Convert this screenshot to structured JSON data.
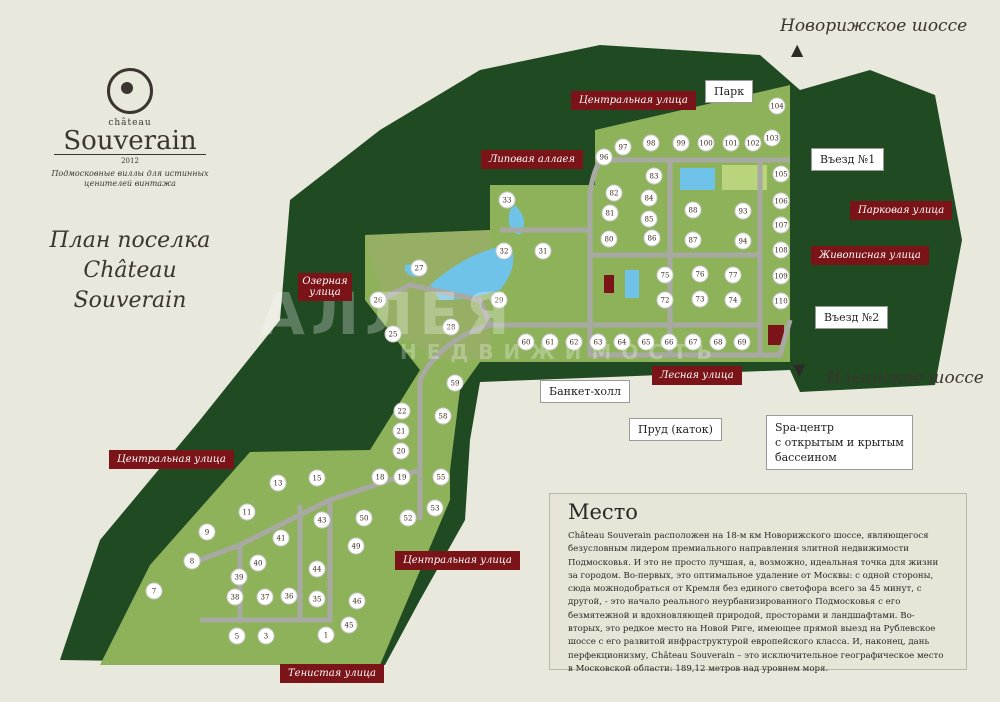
{
  "logo": {
    "chateau": "château",
    "name": "Souverain",
    "year": "2012",
    "tagline": "Подмосковные виллы для истинных ценителей винтажа"
  },
  "plan_title": [
    "План поселка",
    "Château Souverain"
  ],
  "roads": {
    "north": "Новорижское шоссе",
    "south": "Ильинское шоссе"
  },
  "watermark": {
    "main": "АЛЛЕЯ",
    "sub": "НЕДВИЖИМОСТЬ"
  },
  "streets": [
    "Центральная улица",
    "Липовая аллаея",
    "Парковая улица",
    "Живописная улица",
    "Озерная улица",
    "Лесная улица",
    "Центральная улица",
    "Центральная улица",
    "Тенистая улица"
  ],
  "callouts": {
    "park": "Парк",
    "entry1": "Въезд №1",
    "entry2": "Въезд №2",
    "banquet": "Банкет-холл",
    "pond": "Пруд (каток)",
    "spa": [
      "Spa-центр",
      "с открытым и крытым",
      "бассеином"
    ]
  },
  "info": {
    "title": "Место",
    "text": "Château Souverain расположен на 18-м км Новорижского шоссе, являющегося безусловным лидером премиального направления элитной недвижимости Подмосковья. И это не просто лучшая, а, возможно, идеальная точка для жизни за городом. Во-первых, это оптимальное удаление от Москвы: с одной стороны, сюда можнодобраться от Кремля без единого светофора всего за 45 минут, с другой, - это начало реального неурбанизированного Подмосковья с его безмятежной и вдохновляющей природой, просторами и ландшафтами. Во-вторых, это редкое место на Новой Риге, имеющее прямой выезд на Рублевское шоссе с его развитой инфраструктурой европейского класса. И, наконец, дань перфекционизму, Château Souverain – это исключительное географическое место в Московской области: 189,12 метров над уровнем моря."
  },
  "plots": [
    1,
    3,
    5,
    7,
    8,
    9,
    11,
    13,
    15,
    18,
    19,
    20,
    21,
    22,
    25,
    26,
    27,
    28,
    29,
    31,
    32,
    33,
    35,
    36,
    37,
    38,
    39,
    40,
    41,
    43,
    44,
    45,
    46,
    49,
    50,
    52,
    53,
    55,
    58,
    59,
    60,
    61,
    62,
    63,
    64,
    65,
    66,
    67,
    68,
    69,
    72,
    73,
    74,
    75,
    76,
    77,
    80,
    81,
    82,
    83,
    84,
    85,
    86,
    87,
    88,
    93,
    94,
    96,
    97,
    98,
    99,
    100,
    101,
    102,
    103,
    104,
    105,
    106,
    107,
    108,
    109,
    110
  ],
  "colors": {
    "forest": "#1f4a22",
    "lawn": "#8db25a",
    "road": "#a9a9a4",
    "street_label": "#7a1418",
    "water": "#6fc3e8",
    "paper": "#e9e8dc"
  }
}
